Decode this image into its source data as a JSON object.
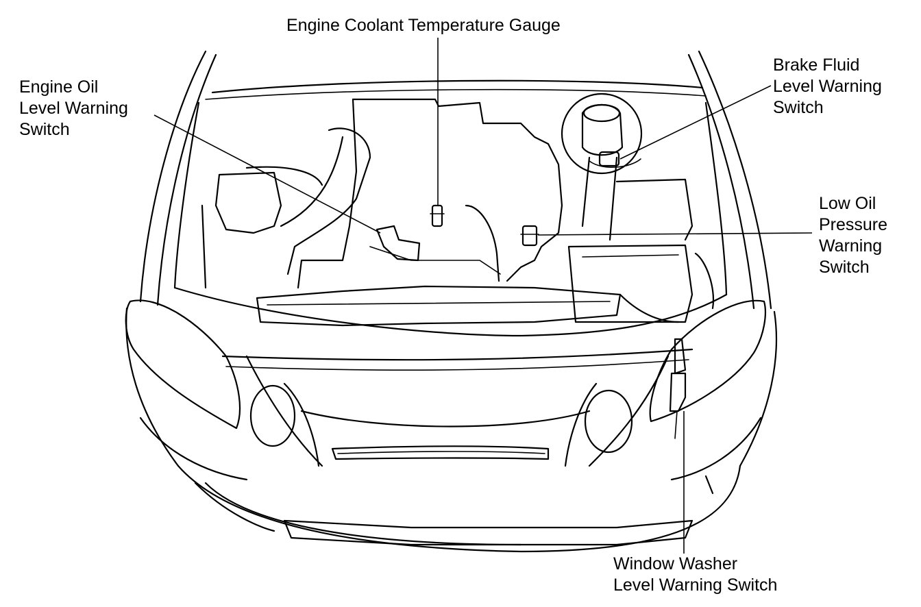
{
  "labels": {
    "coolant": [
      "Engine Coolant Temperature Gauge"
    ],
    "oil_level": [
      "Engine Oil",
      "Level Warning",
      "Switch"
    ],
    "brake_fluid": [
      "Brake Fluid",
      "Level Warning",
      "Switch"
    ],
    "low_oil": [
      "Low Oil",
      "Pressure",
      "Warning",
      "Switch"
    ],
    "washer": [
      "Window Washer",
      "Level Warning Switch"
    ]
  },
  "colors": {
    "line": "#000000",
    "background": "#ffffff"
  }
}
